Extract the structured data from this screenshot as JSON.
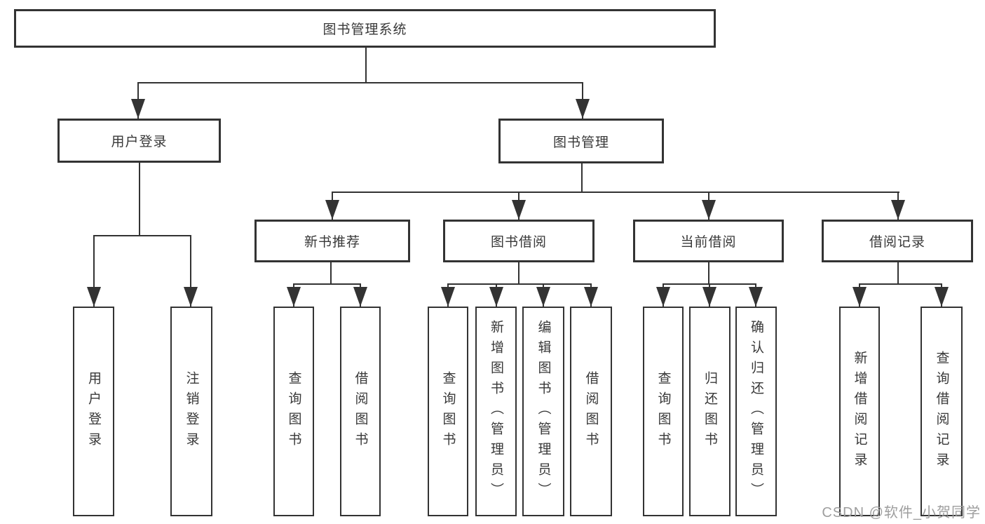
{
  "tree": {
    "root": "图书管理系统",
    "login": {
      "label": "用户登录",
      "children": [
        "用户登录",
        "注销登录"
      ]
    },
    "mgmt": {
      "label": "图书管理",
      "groups": [
        {
          "label": "新书推荐",
          "children": [
            "查询图书",
            "借阅图书"
          ]
        },
        {
          "label": "图书借阅",
          "children": [
            "查询图书",
            "新增图书（管理员）",
            "编辑图书（管理员）",
            "借阅图书"
          ]
        },
        {
          "label": "当前借阅",
          "children": [
            "查询图书",
            "归还图书",
            "确认归还（管理员）"
          ]
        },
        {
          "label": "借阅记录",
          "children": [
            "新增借阅记录",
            "查询借阅记录"
          ]
        }
      ]
    }
  },
  "watermark": "CSDN @软件_小贺同学",
  "colors": {
    "line": "#333333",
    "text": "#383838",
    "watermark": "#9e9e9e",
    "background": "#ffffff"
  }
}
